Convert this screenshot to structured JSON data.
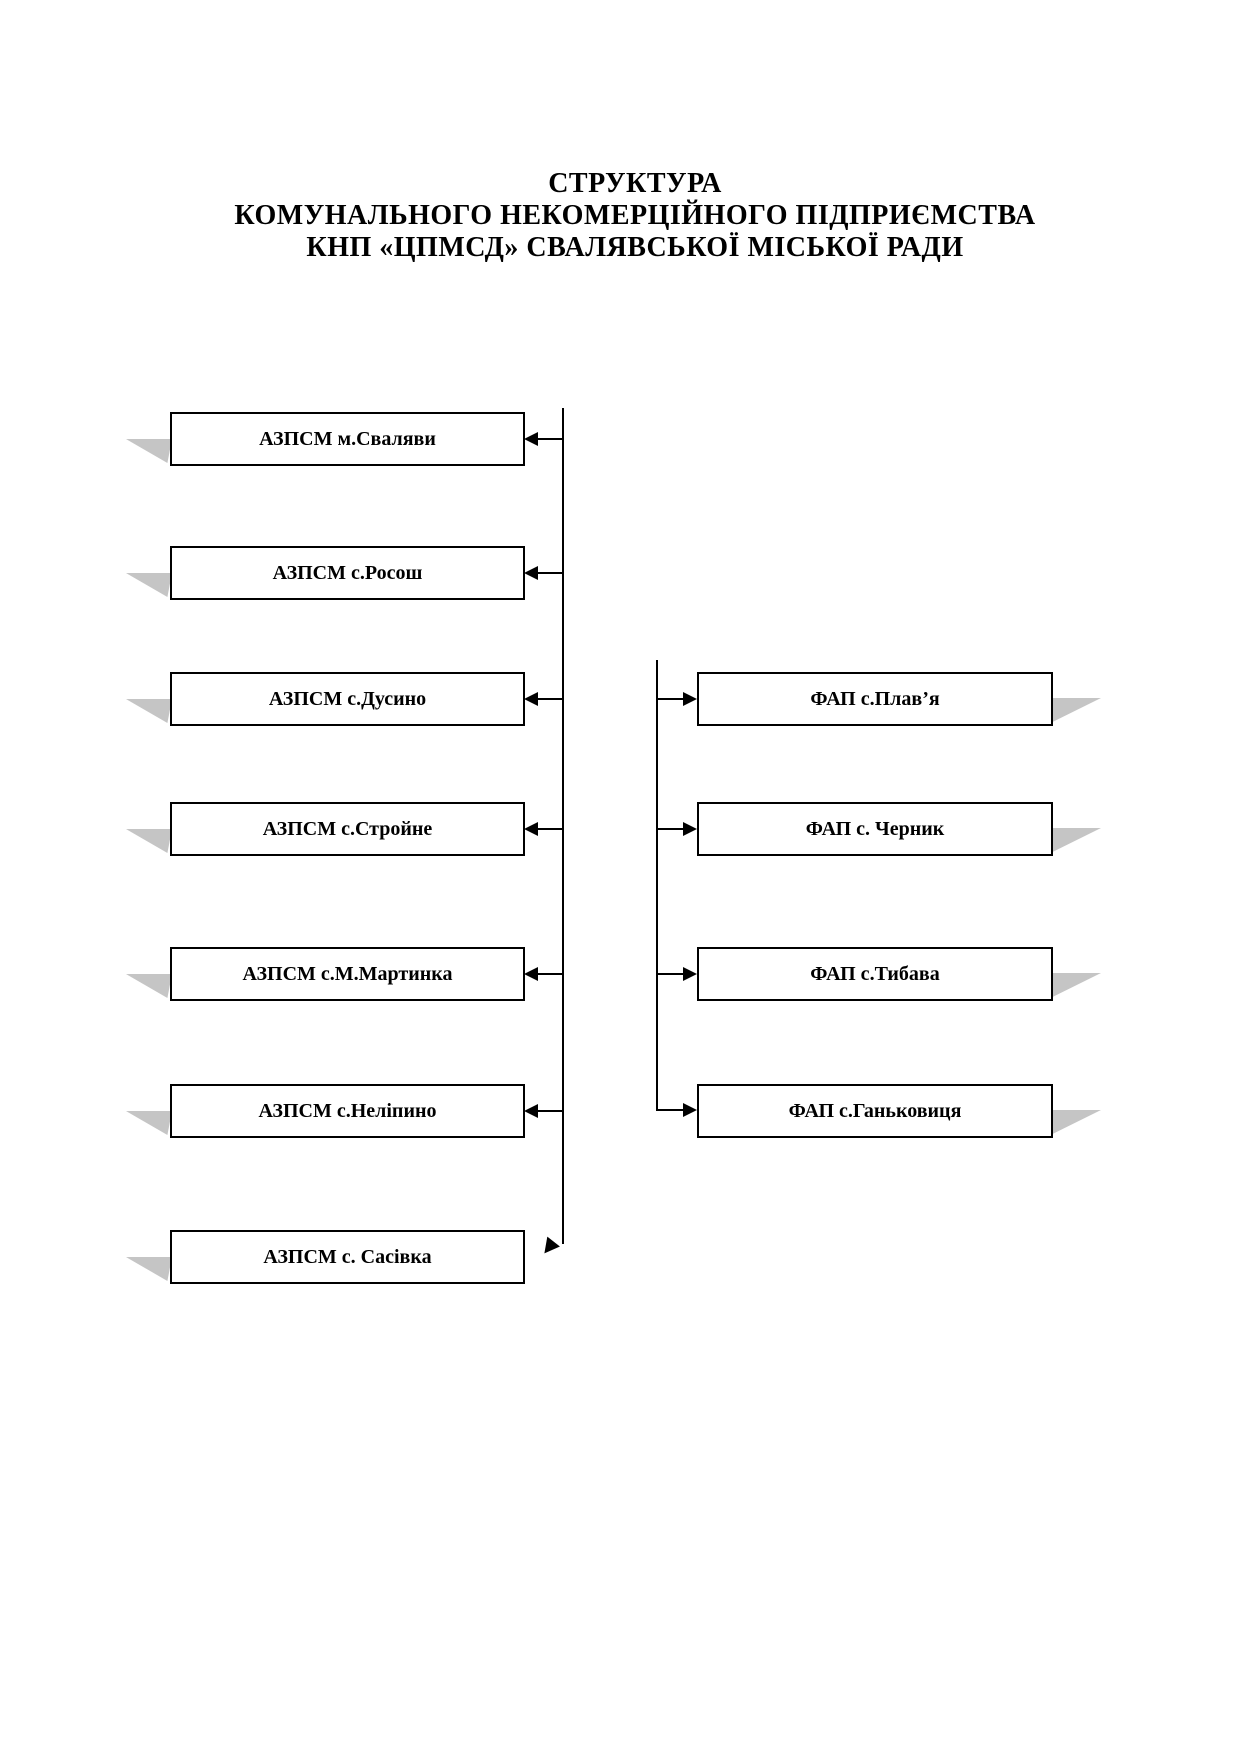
{
  "title": {
    "line1": "СТРУКТУРА",
    "line2": "КОМУНАЛЬНОГО НЕКОМЕРЦІЙНОГО ПІДПРИЄМСТВА",
    "line3": "КНП «ЦПМСД» СВАЛЯВСЬКОЇ МІСЬКОЇ РАДИ"
  },
  "diagram": {
    "left_units": [
      {
        "label": "АЗПСМ м.Сваляви"
      },
      {
        "label": "АЗПСМ с.Росош"
      },
      {
        "label": "АЗПСМ с.Дусино"
      },
      {
        "label": "АЗПСМ с.Стройне"
      },
      {
        "label": "АЗПСМ с.М.Мартинка"
      },
      {
        "label": "АЗПСМ с.Неліпино"
      },
      {
        "label": "АЗПСМ с. Сасівка"
      }
    ],
    "right_units": [
      {
        "label": "ФАП с.Плав’я"
      },
      {
        "label": "ФАП с. Черник"
      },
      {
        "label": "ФАП с.Тибава"
      },
      {
        "label": "ФАП с.Ганьковиця"
      }
    ],
    "colors": {
      "line": "#000000",
      "box_border": "#000000",
      "box_fill": "#ffffff",
      "text": "#000000",
      "shadow": "#c5c5c5",
      "background": "#ffffff"
    }
  }
}
